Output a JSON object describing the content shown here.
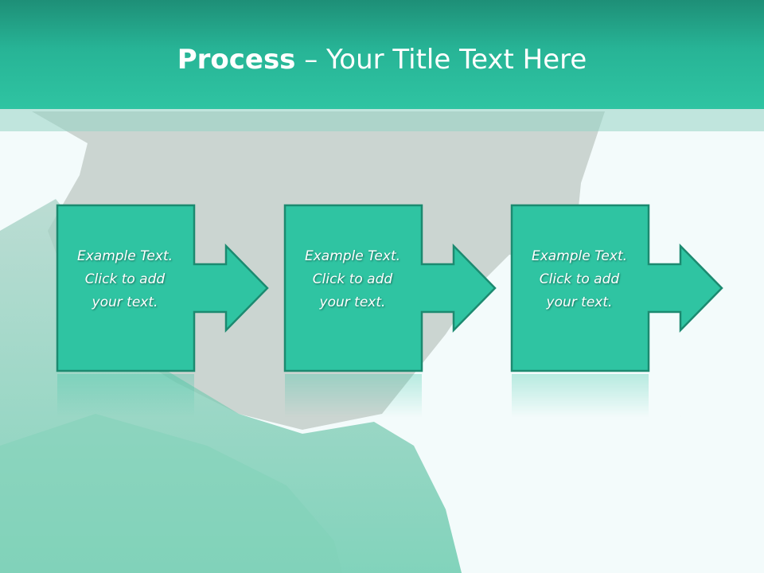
{
  "title": {
    "bold": "Process",
    "rest": " – Your Title Text Here"
  },
  "colors": {
    "header": "#2fc4a2",
    "box_fill": "#2fc4a2",
    "box_stroke": "#1c8a70",
    "text": "#ffffff"
  },
  "steps": [
    {
      "lines": [
        "Example Text.",
        "Click  to add",
        "your text."
      ]
    },
    {
      "lines": [
        "Example Text.",
        "Click  to add",
        "your text."
      ]
    },
    {
      "lines": [
        "Example Text.",
        "Click  to add",
        "your text."
      ]
    }
  ],
  "icons": [
    "arrow-right-icon"
  ]
}
